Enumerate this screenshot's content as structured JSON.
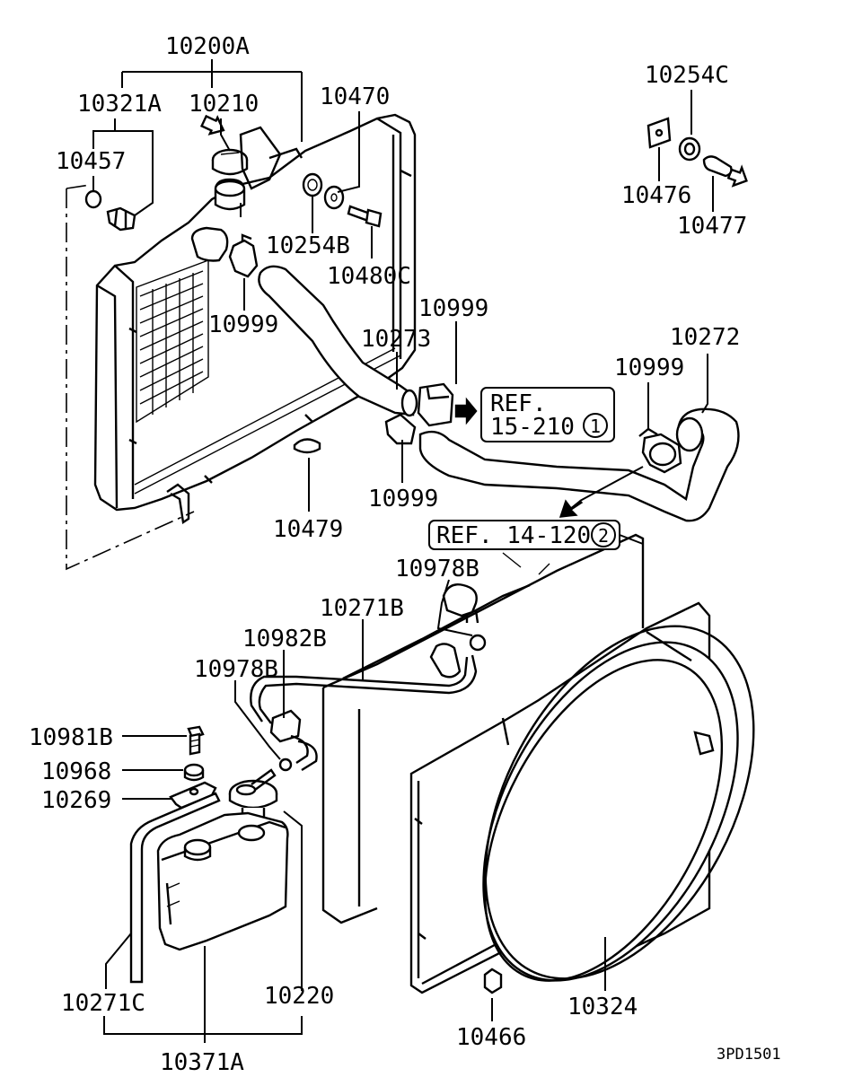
{
  "labels": {
    "p10200A": "10200A",
    "p10321A": "10321A",
    "p10210": "10210",
    "p10470": "10470",
    "p10457": "10457",
    "p10254B": "10254B",
    "p10480C": "10480C",
    "p10999_a": "10999",
    "p10273": "10273",
    "p10999_b": "10999",
    "p10999_c": "10999",
    "p10999_d": "10999",
    "p10479": "10479",
    "p10254C": "10254C",
    "p10476": "10476",
    "p10477": "10477",
    "p10272": "10272",
    "p10978B_a": "10978B",
    "p10271B": "10271B",
    "p10982B": "10982B",
    "p10978B_b": "10978B",
    "p10981B": "10981B",
    "p10968": "10968",
    "p10269": "10269",
    "p10271C": "10271C",
    "p10220": "10220",
    "p10371A": "10371A",
    "p10324": "10324",
    "p10466": "10466"
  },
  "refs": {
    "ref1_line1": "REF.",
    "ref1_line2": "15-210",
    "ref1_num": "1",
    "ref2_text": "REF. 14-120",
    "ref2_num": "2"
  },
  "diagram_code": "3PD1501"
}
